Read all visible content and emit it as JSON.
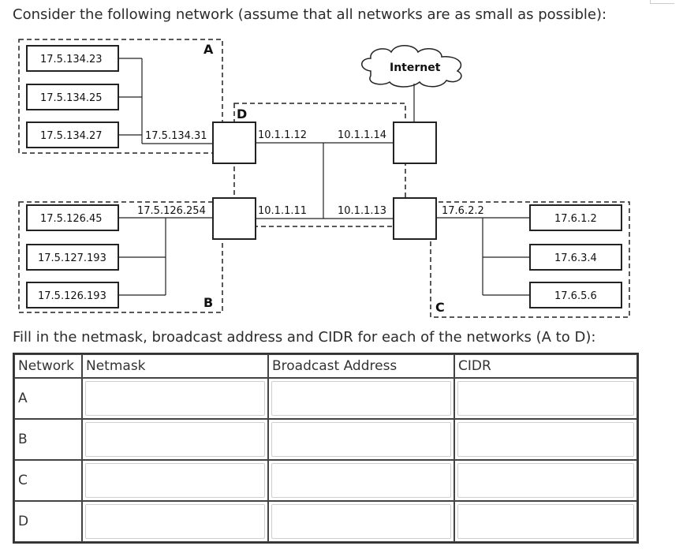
{
  "title": "Consider the following network (assume that all networks are as small as possible):",
  "zones": {
    "a": "A",
    "b": "B",
    "c": "C",
    "d": "D"
  },
  "internet": "Internet",
  "hosts": {
    "a1": "17.5.134.23",
    "a2": "17.5.134.25",
    "a3": "17.5.134.27",
    "b1": "17.5.126.45",
    "b2": "17.5.127.193",
    "b3": "17.5.126.193",
    "c1": "17.6.1.2",
    "c2": "17.6.3.4",
    "c3": "17.6.5.6"
  },
  "interfaces": {
    "a_gw": "17.5.134.31",
    "b_gw": "17.5.126.254",
    "c_gw": "17.6.2.2",
    "d_r1_top": "10.1.1.12",
    "d_r2_top": "10.1.1.14",
    "d_r1_bot": "10.1.1.11",
    "d_r2_bot": "10.1.1.13"
  },
  "instruction": "Fill in the netmask, broadcast address and CIDR for each of the networks (A to D):",
  "table": {
    "headers": [
      "Network",
      "Netmask",
      "Broadcast Address",
      "CIDR"
    ],
    "rows": [
      "A",
      "B",
      "C",
      "D"
    ]
  }
}
